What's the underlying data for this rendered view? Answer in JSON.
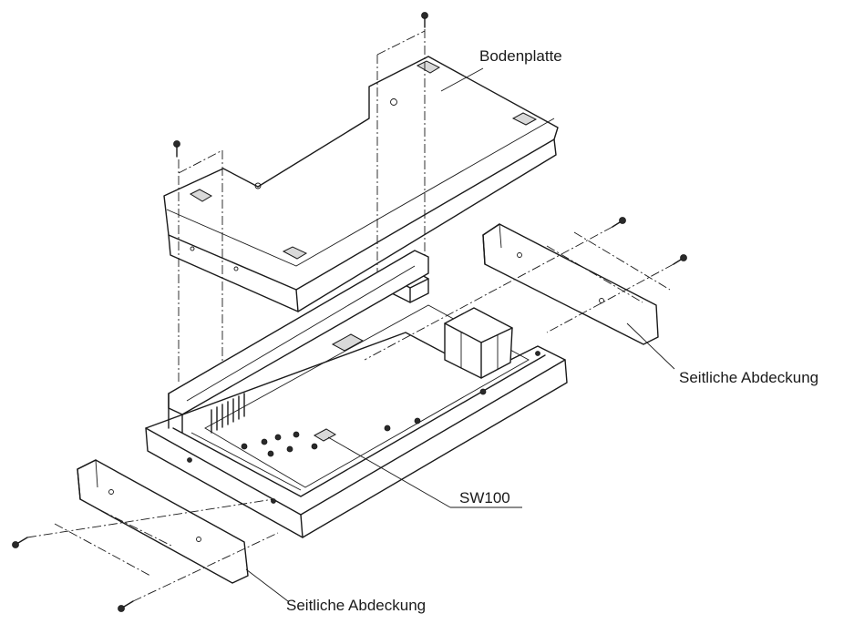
{
  "labels": {
    "bottom_plate": "Bodenplatte",
    "side_cover_right": "Seitliche Abdeckung",
    "switch": "SW100",
    "side_cover_left": "Seitliche Abdeckung"
  }
}
